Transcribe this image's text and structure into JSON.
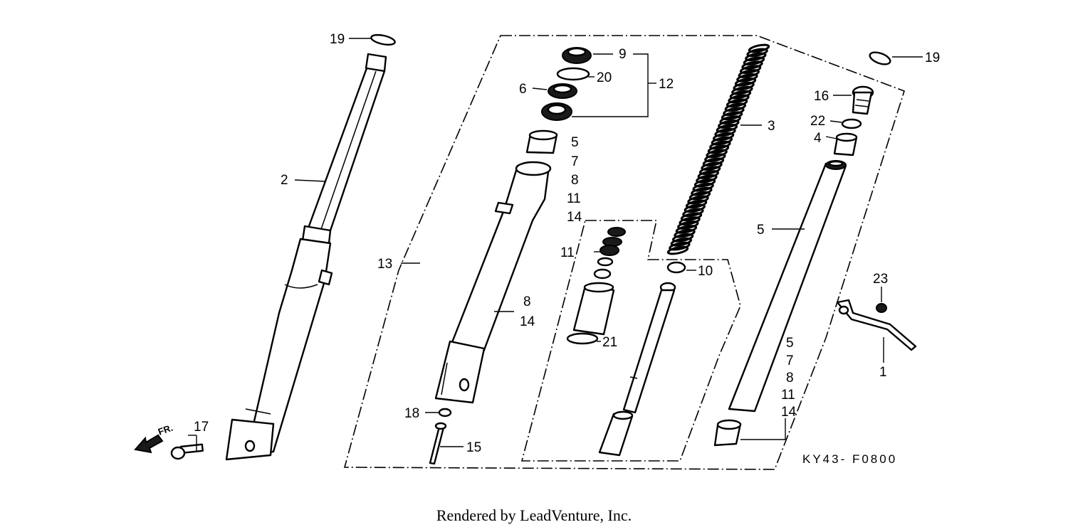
{
  "callouts": {
    "c1": "1",
    "c2": "2",
    "c3": "3",
    "c4": "4",
    "c5a": "5",
    "c5b": "5",
    "c5c": "5",
    "c6": "6",
    "c7a": "7",
    "c7b": "7",
    "c8a": "8",
    "c8b": "8",
    "c8c": "8",
    "c9": "9",
    "c10": "10",
    "c11a": "11",
    "c11b": "11",
    "c11c": "11",
    "c12": "12",
    "c13": "13",
    "c14a": "14",
    "c14b": "14",
    "c14c": "14",
    "c15": "15",
    "c16": "16",
    "c17": "17",
    "c18": "18",
    "c19a": "19",
    "c19b": "19",
    "c20": "20",
    "c21": "21",
    "c22": "22",
    "c23": "23"
  },
  "front_label": "FR.",
  "diagram_code": "KY43- F0800",
  "footer": "Rendered by LeadVenture, Inc."
}
